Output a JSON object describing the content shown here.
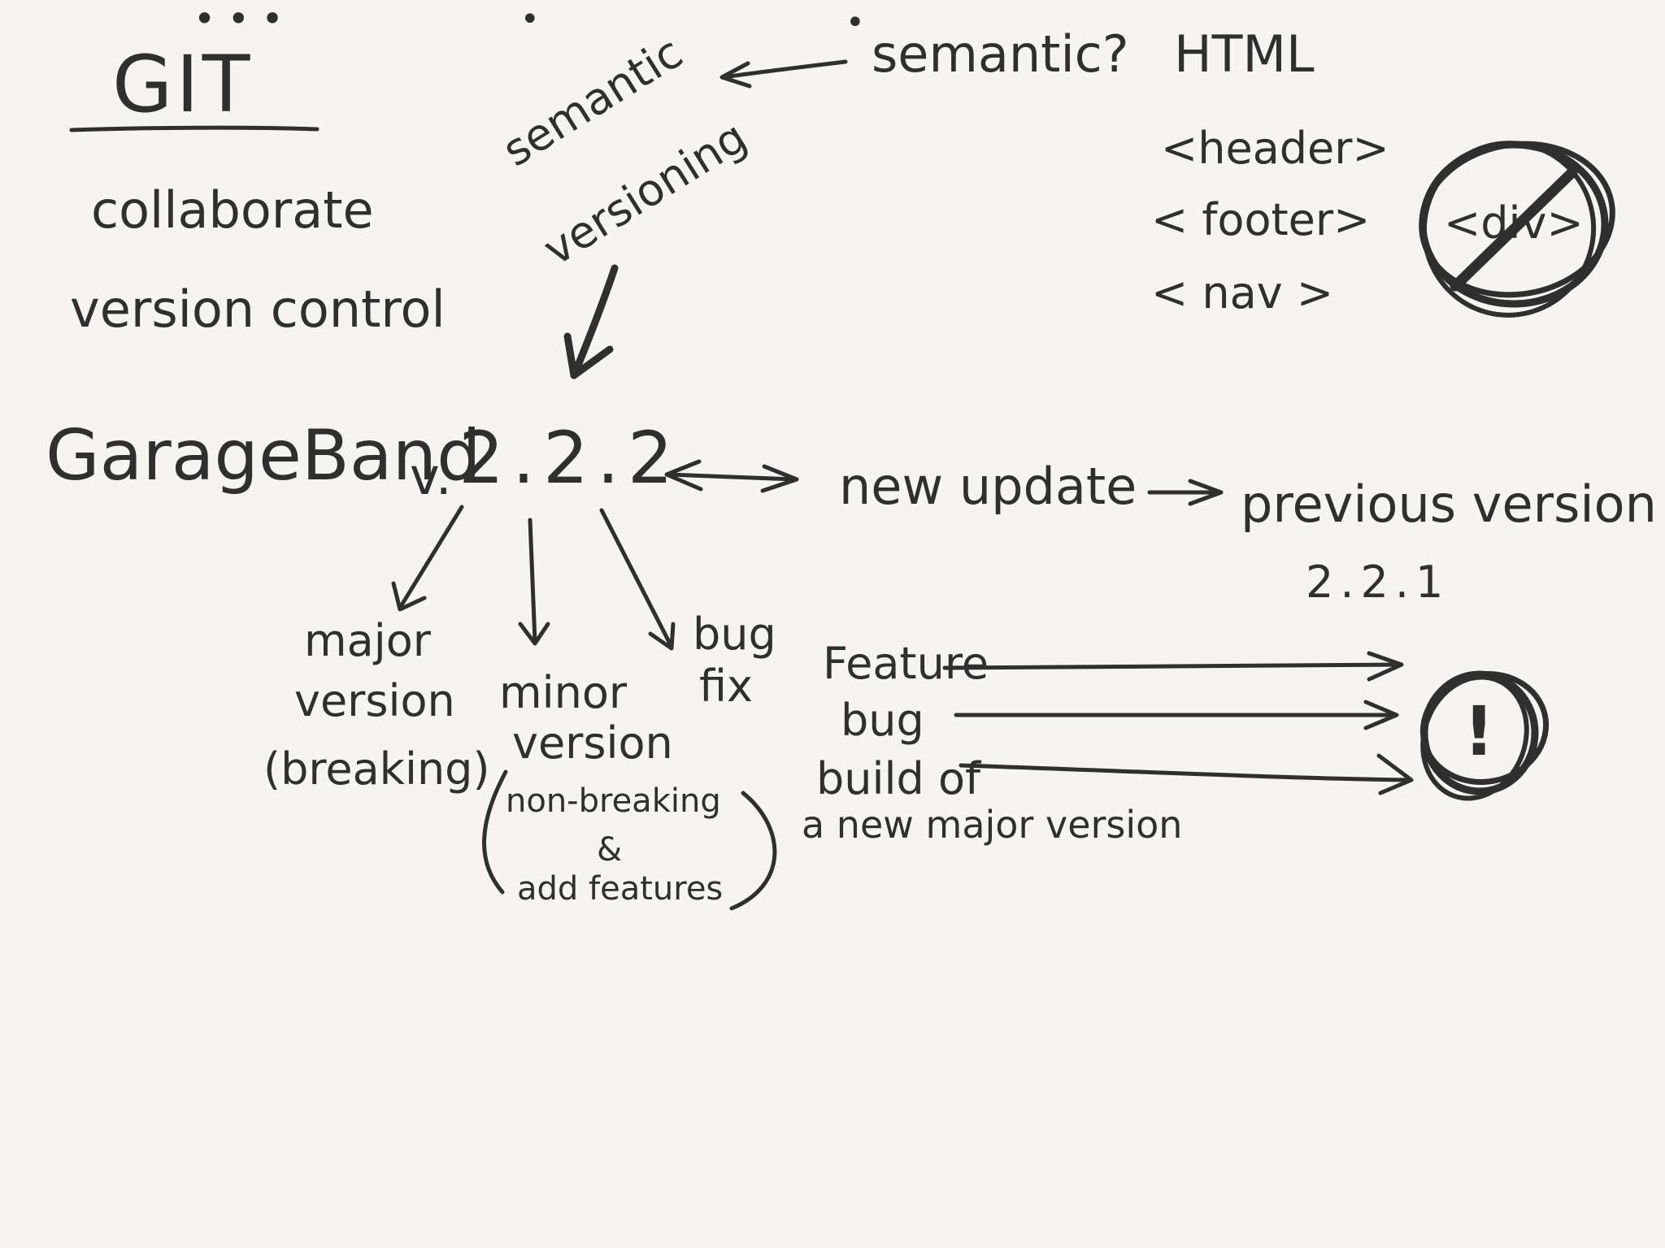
{
  "git": {
    "title": "GIT",
    "line1": "collaborate",
    "line2": "version control"
  },
  "semver": {
    "line1": "semantic",
    "line2": "versioning",
    "question": "semantic?"
  },
  "html_notes": {
    "title": "HTML",
    "tags": [
      "<header>",
      "< footer>",
      "< nav >"
    ],
    "crossed_tag": "<div>"
  },
  "garageband": {
    "name": "GarageBand",
    "prefix": "v.",
    "version": "2.2.2"
  },
  "update": {
    "label": "new update",
    "previous_label": "previous version",
    "previous_version": "2.2.1"
  },
  "parts": {
    "major": [
      "major",
      "version",
      "(breaking)"
    ],
    "minor": [
      "minor",
      "version",
      "non-breaking",
      "&",
      "add features"
    ],
    "bugfix": [
      "bug",
      "fix"
    ]
  },
  "issues": {
    "items": [
      "Feature",
      "bug",
      "build of"
    ],
    "sub": "a new major version",
    "alert_symbol": "!"
  },
  "dots": [
    "• • •",
    "•",
    "•"
  ]
}
